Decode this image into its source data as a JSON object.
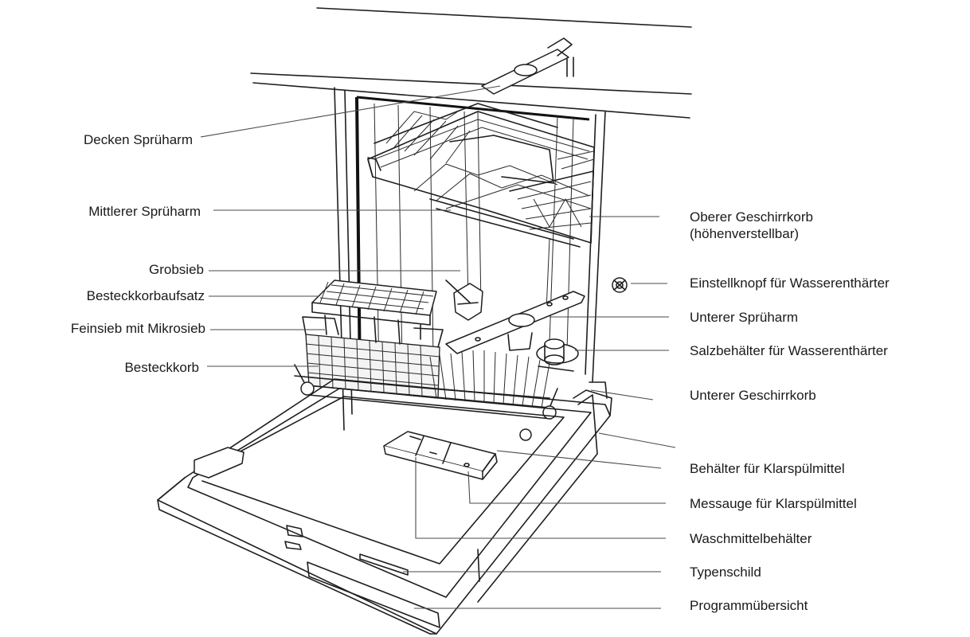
{
  "labels": {
    "decken_spruharm": "Decken Sprüharm",
    "mittlerer_spruharm": "Mittlerer Sprüharm",
    "grobsieb": "Grobsieb",
    "besteckkorbaufsatz": "Besteckkorbaufsatz",
    "feinsieb": "Feinsieb mit Mikrosieb",
    "besteckkorb": "Besteckkorb",
    "oberer_geschirrkorb_1": "Oberer Geschirrkorb",
    "oberer_geschirrkorb_2": "(höhenverstellbar)",
    "einstellknopf": "Einstellknopf für Wasserenthärter",
    "unterer_spruharm": "Unterer Sprüharm",
    "salzbehaelter": "Salzbehälter für Wasserenthärter",
    "unterer_geschirrkorb": "Unterer Geschirrkorb",
    "behaelter_klarspuel": "Behälter für Klarspülmittel",
    "messauge": "Messauge für Klarspülmittel",
    "waschmittelbehaelter": "Waschmittelbehälter",
    "typenschild": "Typenschild",
    "programmuebersicht": "Programmübersicht"
  }
}
